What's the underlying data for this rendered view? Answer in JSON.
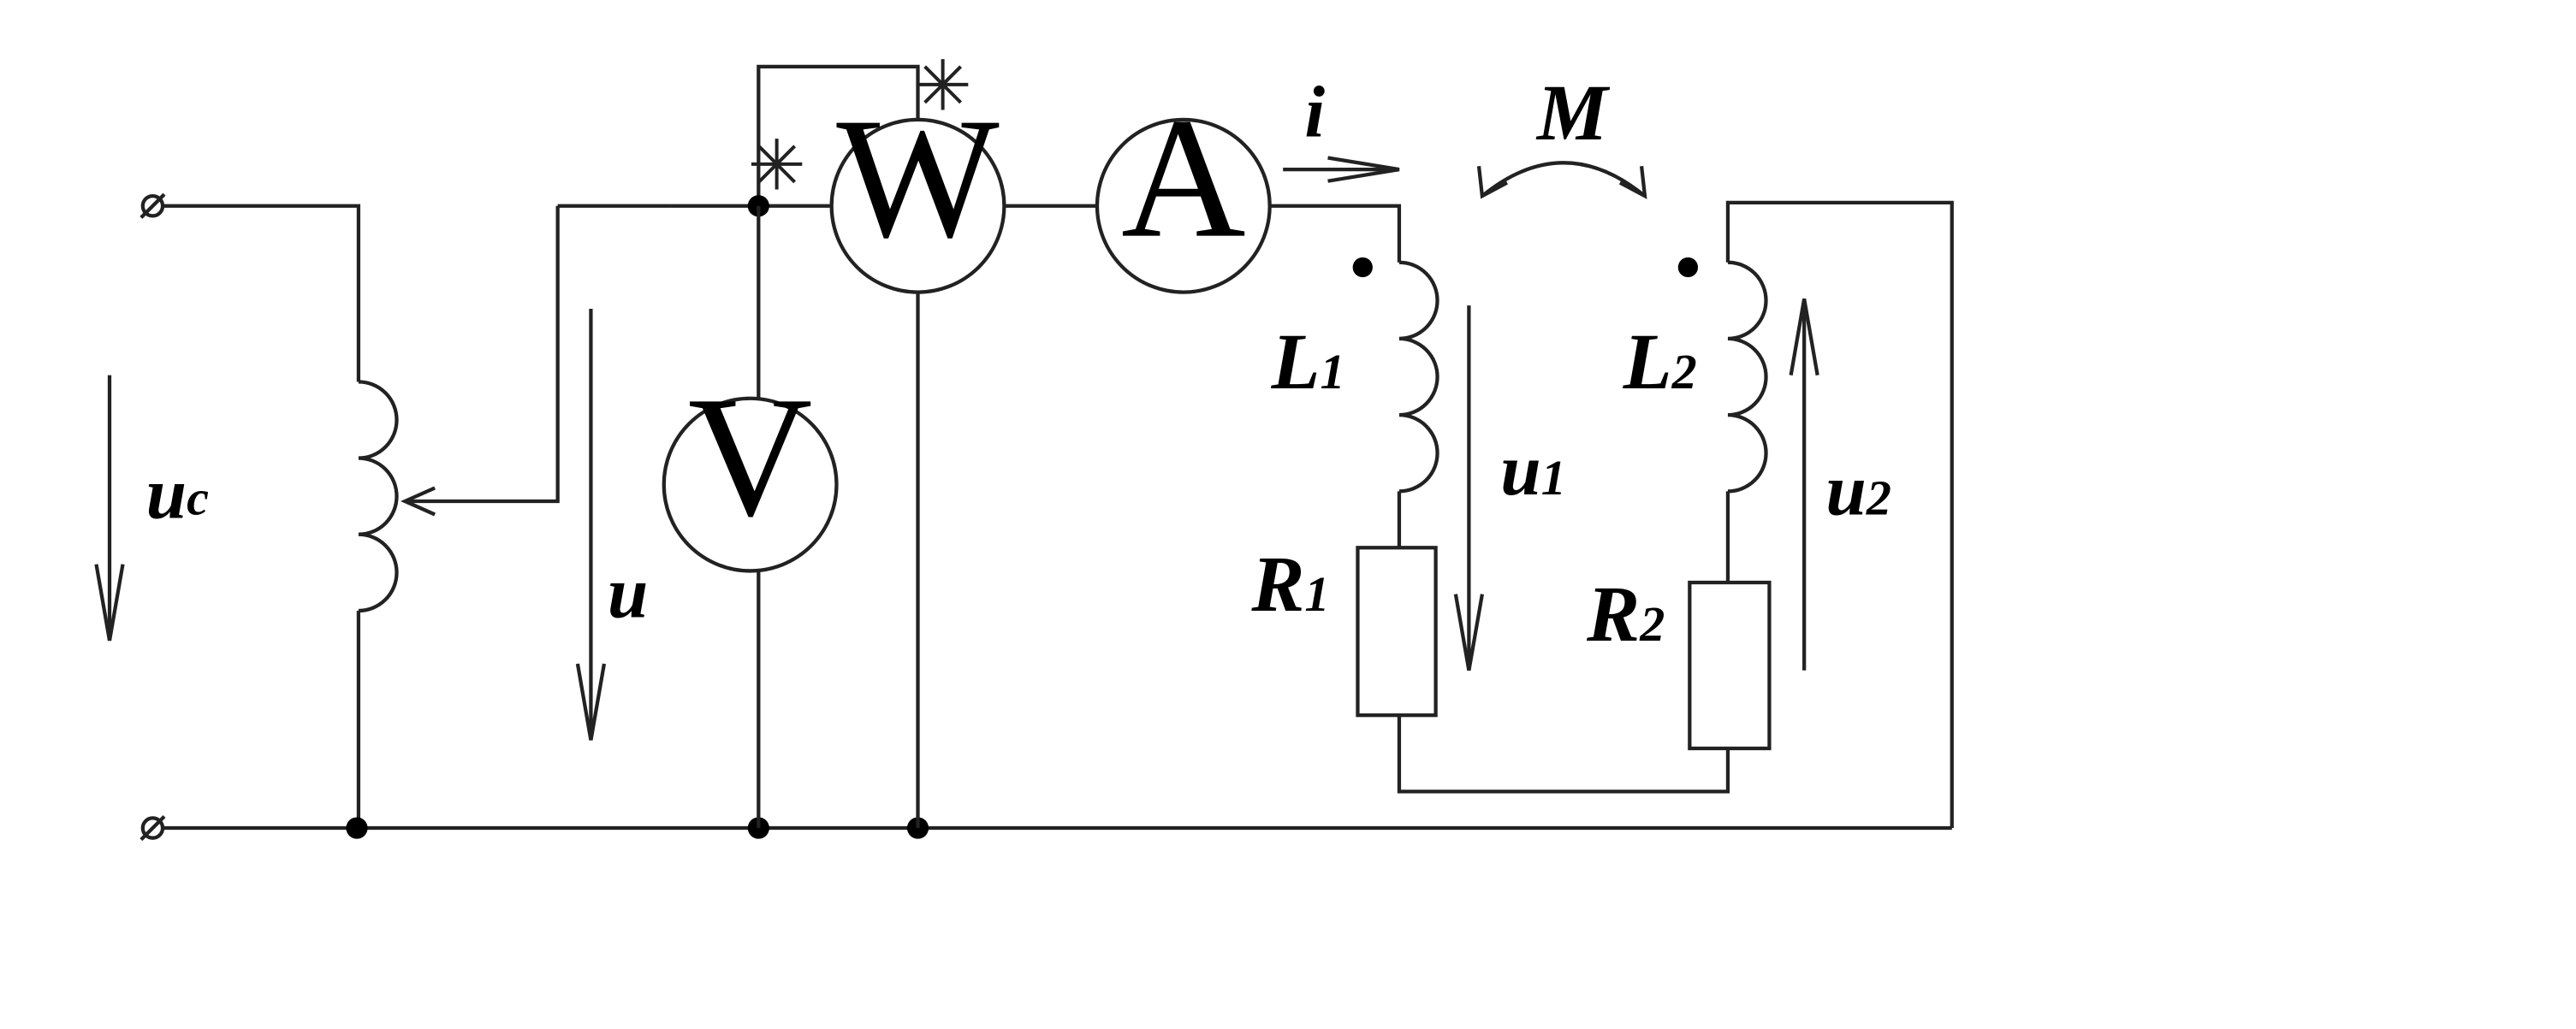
{
  "meters": {
    "wattmeter": "W",
    "ammeter": "A",
    "voltmeter": "V"
  },
  "labels": {
    "uc": {
      "main": "u",
      "sub": "c"
    },
    "u": {
      "main": "u"
    },
    "i": {
      "main": "i"
    },
    "M": {
      "main": "M"
    },
    "L1": {
      "main": "L",
      "sub": "1"
    },
    "L2": {
      "main": "L",
      "sub": "2"
    },
    "u1": {
      "main": "u",
      "sub": "1"
    },
    "u2": {
      "main": "u",
      "sub": "2"
    },
    "R1": {
      "main": "R",
      "sub": "1"
    },
    "R2": {
      "main": "R",
      "sub": "2"
    }
  },
  "wattmeter_marks": "✳",
  "colors": {
    "line": "#222222",
    "node": "#000000",
    "background": "#ffffff"
  }
}
